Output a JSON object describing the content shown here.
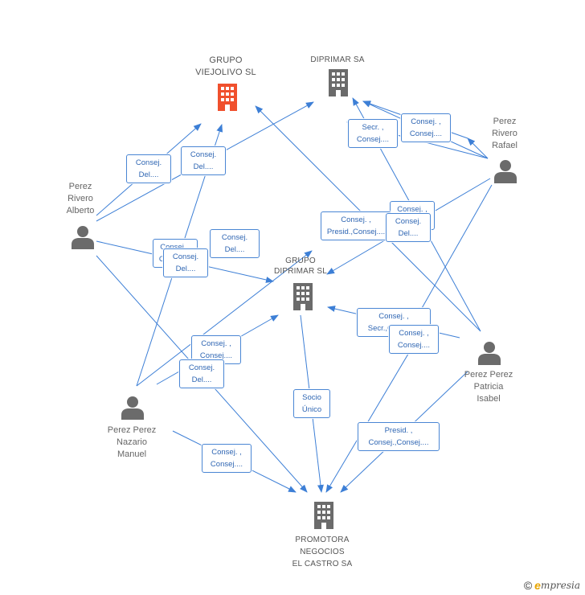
{
  "colors": {
    "edge": "#3d7fd6",
    "company": "#6b6b6b",
    "company_highlight": "#f0502d",
    "person": "#6b6b6b"
  },
  "nodes": {
    "grupo_viejolivo": {
      "label": "GRUPO\nVIEJOLIVO SL",
      "icon": "building-icon"
    },
    "diprimar": {
      "label": "DIPRIMAR SA",
      "icon": "building-icon"
    },
    "grupo_diprimar": {
      "label": "GRUPO\nDIPRIMAR SL",
      "icon": "building-icon"
    },
    "promotora": {
      "label": "PROMOTORA\nNEGOCIOS\nEL CASTRO SA",
      "icon": "building-icon"
    },
    "rafael": {
      "label": "Perez\nRivero\nRafael",
      "icon": "person-icon"
    },
    "alberto": {
      "label": "Perez\nRivero\nAlberto",
      "icon": "person-icon"
    },
    "nazario": {
      "label": "Perez Perez\nNazario\nManuel",
      "icon": "person-icon"
    },
    "patricia": {
      "label": "Perez Perez\nPatricia\nIsabel",
      "icon": "person-icon"
    }
  },
  "edge_labels": [
    "Secr. ,\nConsej....",
    "Consej. ,\nConsej....",
    "Consej.\nDel....",
    "Consej.\nDel....",
    "Consej. ,\nConsej....",
    "Consej. ,\nPresid.,Consej....",
    "Consej.\nDel....",
    "Consej. ,\nConsej....",
    "Consej.\nDel....",
    "Consej.\nDel....",
    "Consej. ,\nSecr.,Consej....",
    "Consej. ,\nConsej....",
    "Consej. ,\nConsej....",
    "Consej.\nDel....",
    "Socio\nÚnico",
    "Presid. ,\nConsej.,Consej....",
    "Consej. ,\nConsej...."
  ],
  "footer": {
    "copyright": "©",
    "brand_initial": "e",
    "brand_rest": "mpresia"
  }
}
